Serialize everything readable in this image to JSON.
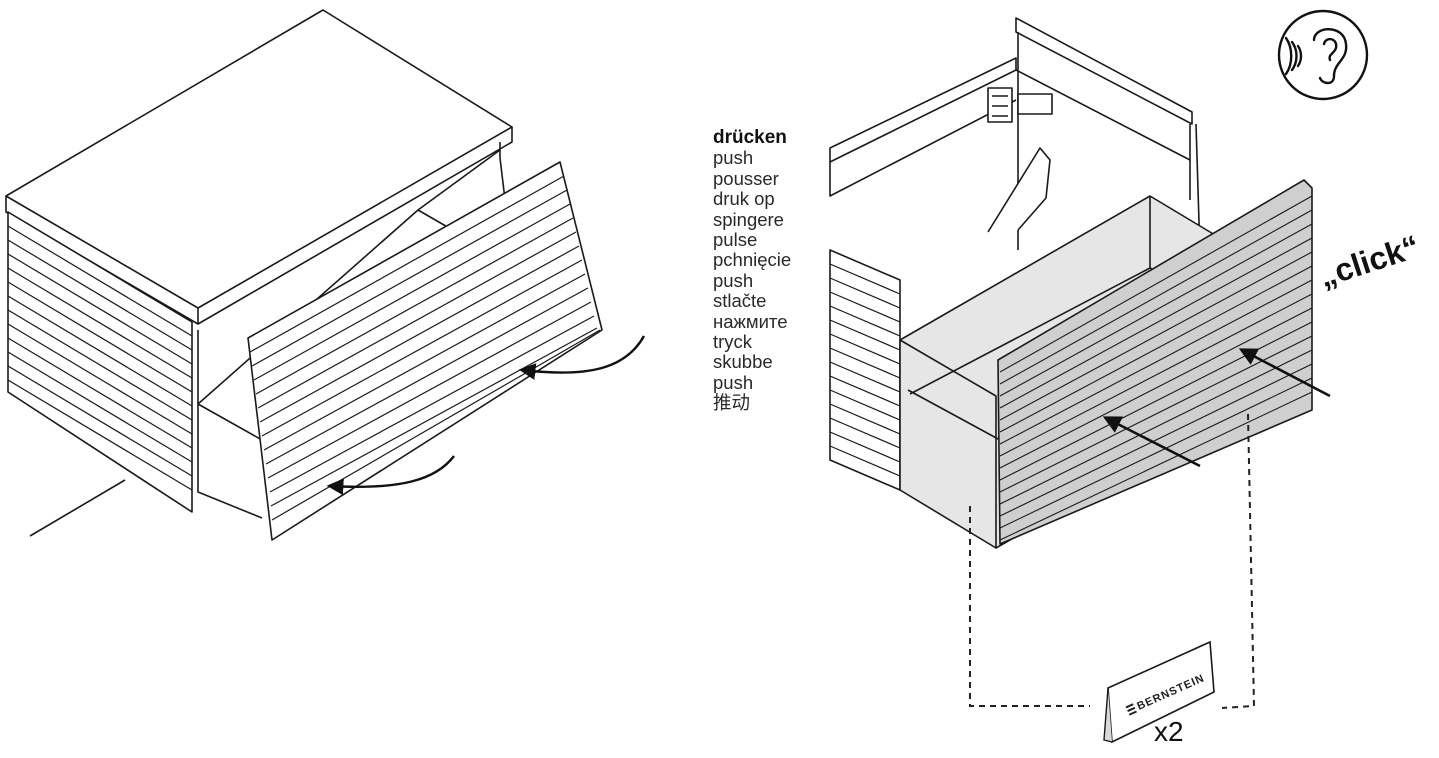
{
  "labels": {
    "push_words": [
      "drücken",
      "push",
      "pousser",
      "druk op",
      "spingere",
      "pulse",
      "pchnięcie",
      "push",
      "stlačte",
      "нажмите",
      "tryck",
      "skubbe",
      "push",
      "推动"
    ],
    "click": "„click“",
    "quantity": "x2",
    "clip_brand": "BERNSTEIN"
  },
  "icons": [
    "sound-ear-icon",
    "push-arrow-icon",
    "brand-logo-icon"
  ],
  "colors": {
    "line": "#1a1a1a",
    "panel_fill": "#cfcfcf",
    "drawer_fill": "#e6e6e6"
  }
}
